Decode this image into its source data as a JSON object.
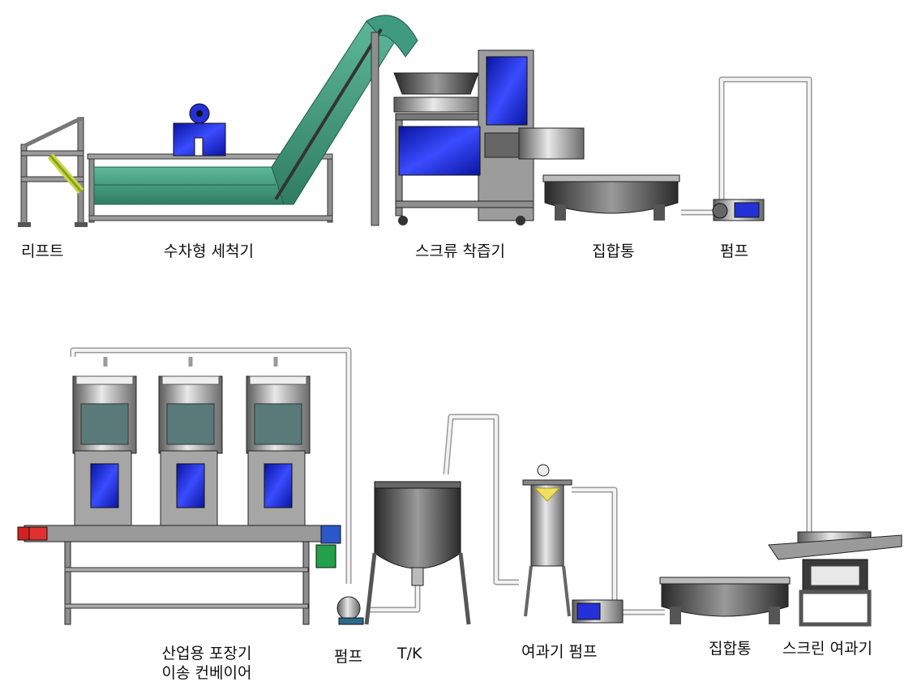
{
  "labels": {
    "lift": "리프트",
    "washer": "수차형 세척기",
    "screw_juicer": "스크류 착즙기",
    "collection_tank_top": "집합통",
    "pump_top": "펌프",
    "packaging_line1": "산업용 포장기",
    "packaging_line2": "이송 컨베이어",
    "pump_bottom": "펌프",
    "tank": "T/K",
    "filter_pump": "여과기 펌프",
    "collection_tank_bottom": "집합통",
    "screen_filter": "스크린 여과기"
  },
  "colors": {
    "frame": "#8e8e8e",
    "frame_dark": "#4a4a4a",
    "conveyor_green": "#3f9a7e",
    "panel_blue": "#1d2fe0",
    "tank_dark": "#3a3a3a",
    "pipe": "#d8d8d8",
    "signal_red": "#d42020",
    "motor_green": "#22a04a"
  }
}
